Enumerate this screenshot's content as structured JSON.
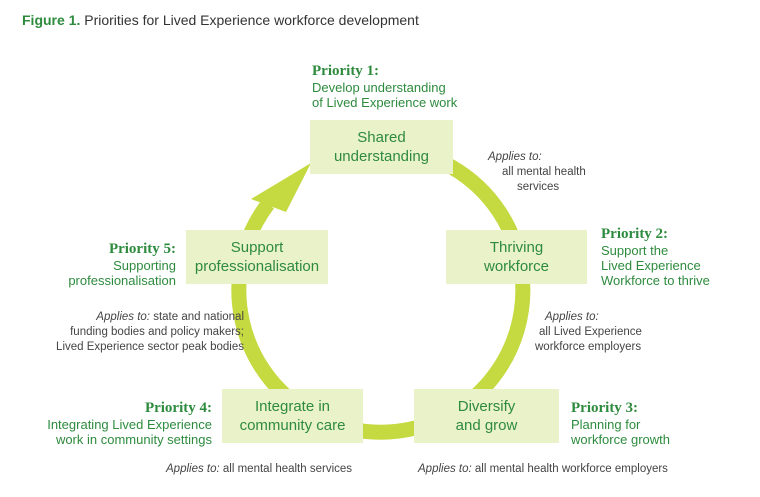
{
  "figure": {
    "number": "Figure 1.",
    "title": "Priorities for Lived Experience workforce development"
  },
  "colors": {
    "ring": "#c5d940",
    "box_fill": "#eaf2c9",
    "green_text": "#2e8b3e"
  },
  "nodes": [
    {
      "box": [
        "Shared",
        "understanding"
      ],
      "priority": "Priority 1:",
      "desc": [
        "Develop understanding",
        "of Lived Experience work"
      ]
    },
    {
      "box": [
        "Thriving",
        "workforce"
      ],
      "priority": "Priority 2:",
      "desc": [
        "Support the",
        "Lived Experience",
        "Workforce to thrive"
      ]
    },
    {
      "box": [
        "Diversify",
        "and grow"
      ],
      "priority": "Priority 3:",
      "desc": [
        "Planning for",
        "workforce growth"
      ]
    },
    {
      "box": [
        "Integrate in",
        "community care"
      ],
      "priority": "Priority 4:",
      "desc": [
        "Integrating Lived Experience",
        "work in community settings"
      ]
    },
    {
      "box": [
        "Support",
        "professionalisation"
      ],
      "priority": "Priority 5:",
      "desc": [
        "Supporting",
        "professionalisation"
      ]
    }
  ],
  "applies": {
    "label": "Applies to:",
    "items": [
      {
        "first": "",
        "lines": [
          "all mental health",
          "services"
        ]
      },
      {
        "first": "",
        "lines": [
          "all Lived Experience",
          "workforce employers"
        ]
      },
      {
        "first": "all mental health workforce employers",
        "lines": []
      },
      {
        "first": "all mental health services",
        "lines": []
      },
      {
        "first": "state and national",
        "lines": [
          "funding bodies and policy makers;",
          "Lived Experience sector peak bodies"
        ]
      }
    ]
  }
}
